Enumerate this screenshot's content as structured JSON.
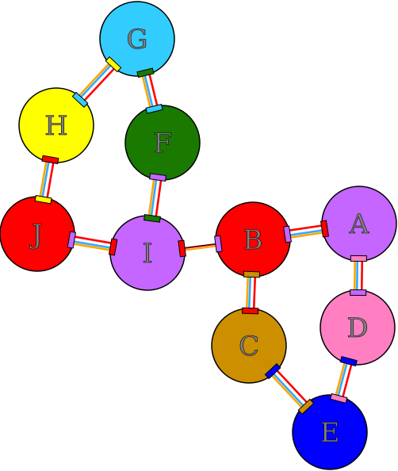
{
  "nodes": [
    {
      "id": "A",
      "label": "A",
      "color": "#c466ff"
    },
    {
      "id": "B",
      "label": "B",
      "color": "#ff0000"
    },
    {
      "id": "C",
      "label": "C",
      "color": "#cc8f00"
    },
    {
      "id": "D",
      "label": "D",
      "color": "#ff7fc2"
    },
    {
      "id": "E",
      "label": "E",
      "color": "#0000ff"
    },
    {
      "id": "F",
      "label": "F",
      "color": "#1a7a00"
    },
    {
      "id": "G",
      "label": "G",
      "color": "#33ccff"
    },
    {
      "id": "H",
      "label": "H",
      "color": "#ffff00"
    },
    {
      "id": "I",
      "label": "I",
      "color": "#c466ff"
    },
    {
      "id": "J",
      "label": "J",
      "color": "#ff0000"
    }
  ],
  "edges": [
    {
      "from": "G",
      "to": "H",
      "style": "double"
    },
    {
      "from": "G",
      "to": "F",
      "style": "double"
    },
    {
      "from": "H",
      "to": "J",
      "style": "double"
    },
    {
      "from": "F",
      "to": "I",
      "style": "double"
    },
    {
      "from": "J",
      "to": "I",
      "style": "double"
    },
    {
      "from": "I",
      "to": "B",
      "style": "single"
    },
    {
      "from": "B",
      "to": "A",
      "style": "double"
    },
    {
      "from": "B",
      "to": "C",
      "style": "double"
    },
    {
      "from": "A",
      "to": "D",
      "style": "double"
    },
    {
      "from": "D",
      "to": "E",
      "style": "double"
    },
    {
      "from": "C",
      "to": "E",
      "style": "double"
    }
  ],
  "edge_colors": {
    "outer_a": "#ff0000",
    "middle": "#ffffff",
    "inner": "#33aaff",
    "outer_b": "#ffa500"
  }
}
